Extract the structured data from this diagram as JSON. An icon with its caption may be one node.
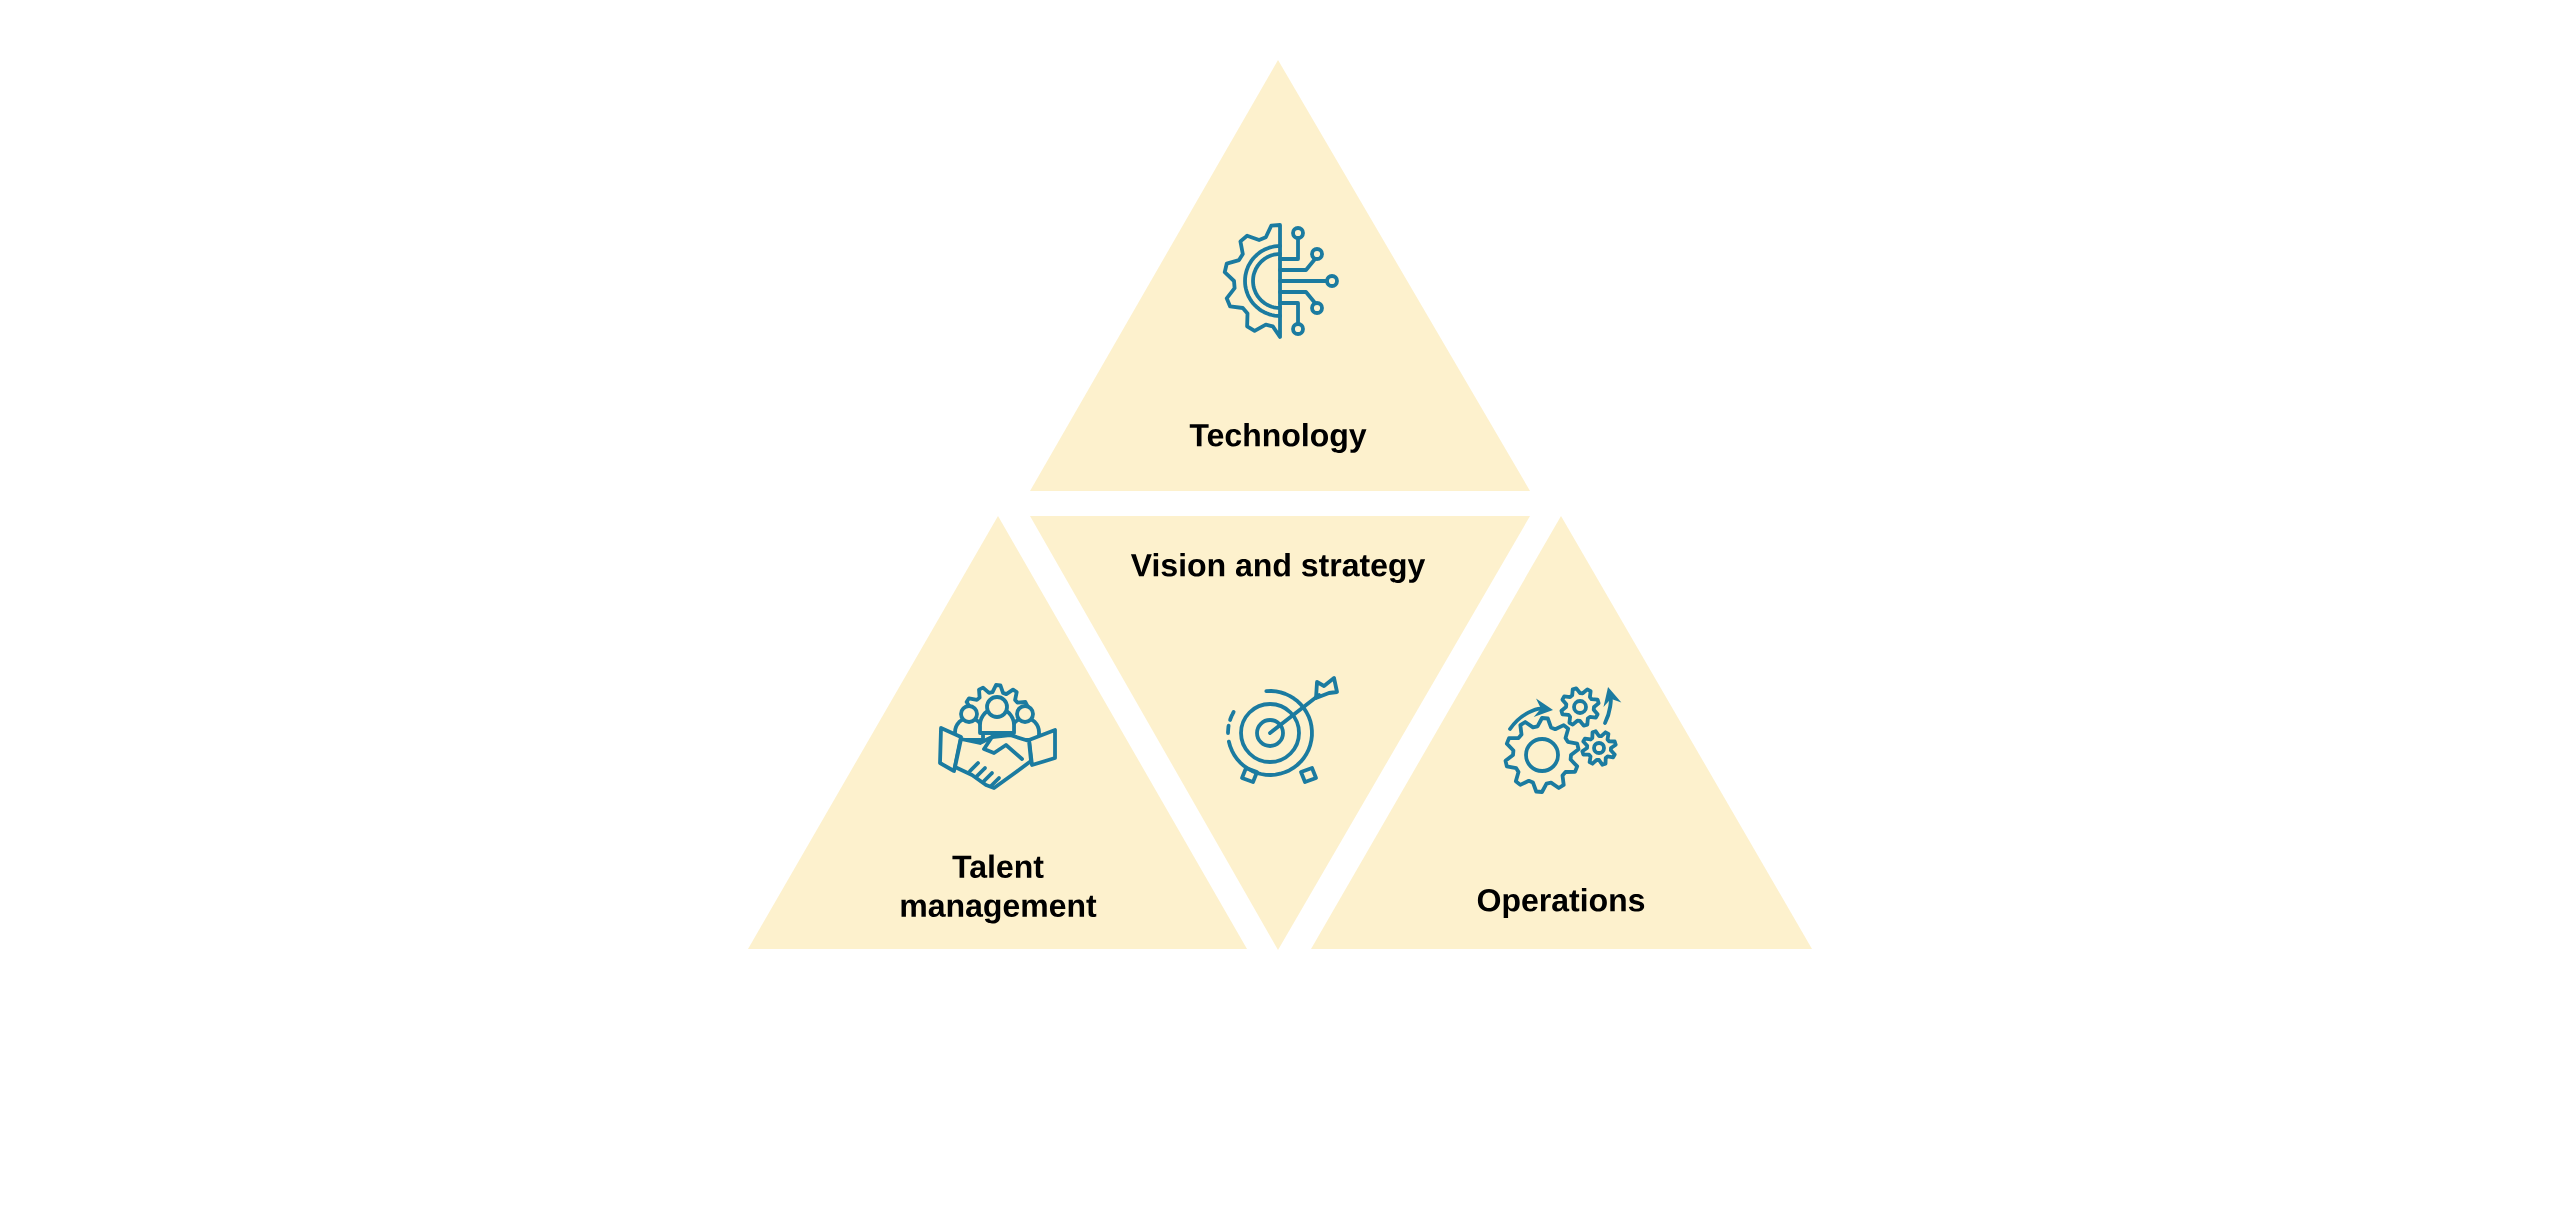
{
  "diagram": {
    "nodes": [
      {
        "text": [
          "Technology"
        ]
      },
      {
        "text": [
          "Vision and strategy"
        ]
      },
      {
        "text": [
          "Talent management"
        ]
      },
      {
        "text": [
          "Operations"
        ]
      }
    ]
  }
}
